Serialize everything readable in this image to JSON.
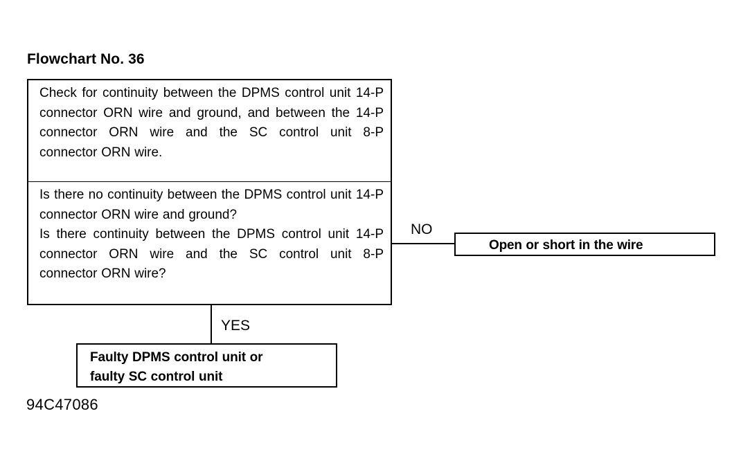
{
  "figure": {
    "title": "Flowchart No. 36",
    "caption": "94C47086"
  },
  "boxes": {
    "check": {
      "text": "Check for continuity between the DPMS control unit 14-P connector ORN wire and ground, and between the 14-P connector ORN wire and the SC control unit 8-P connector ORN wire."
    },
    "question": {
      "text": "Is there no continuity between the DPMS control unit 14-P connector ORN wire and ground?\nIs there continuity between the DPMS control unit 14-P connector ORN wire and the SC control unit 8-P connector ORN wire?"
    },
    "open_short": {
      "text": "Open or short in the wire"
    },
    "faulty": {
      "text": "Faulty DPMS control unit or\nfaulty SC control unit"
    }
  },
  "branches": {
    "no_label": "NO",
    "yes_label": "YES"
  },
  "colors": {
    "ink": "#000000",
    "paper": "#ffffff"
  }
}
